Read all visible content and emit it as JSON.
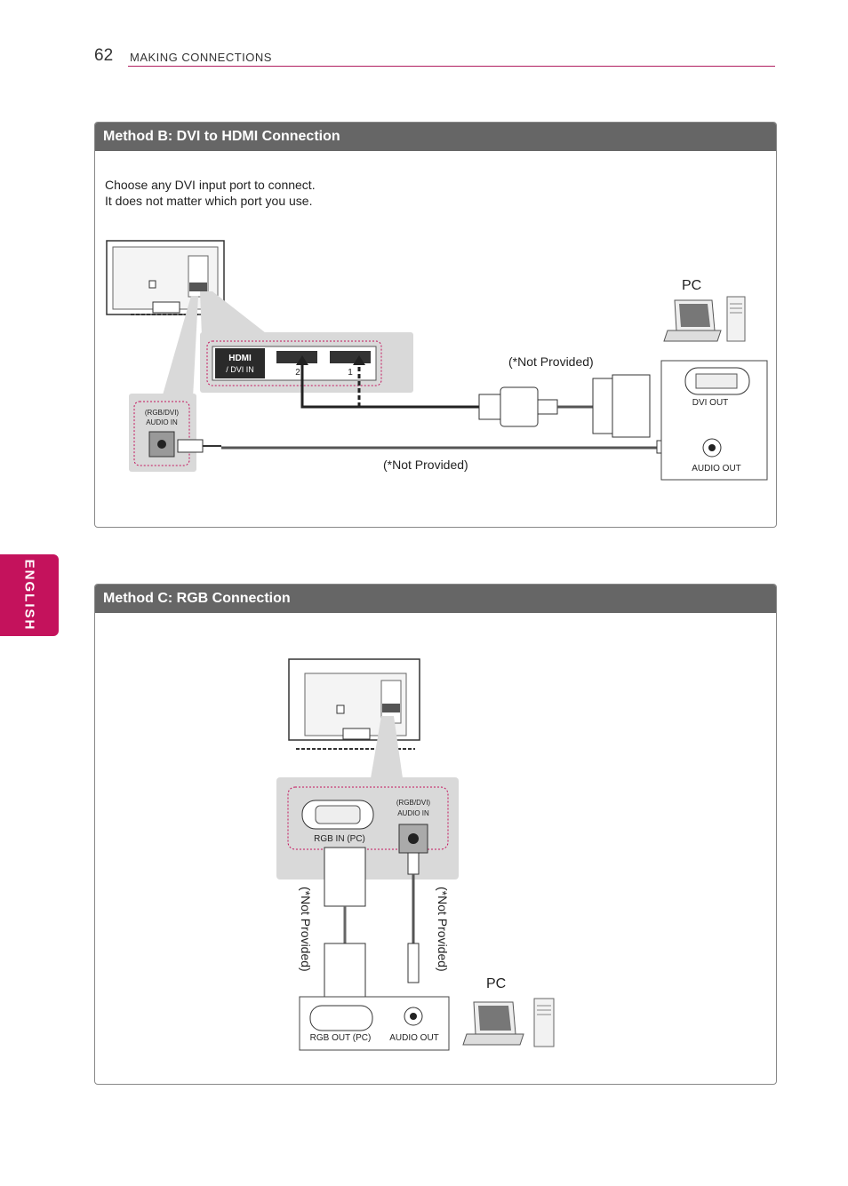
{
  "header": {
    "page_number": "62",
    "section": "MAKING CONNECTIONS"
  },
  "side_tab": {
    "label": "ENGLISH"
  },
  "colors": {
    "accent": "#c4125c",
    "box_header": "#666666"
  },
  "method_b": {
    "title": "Method B: DVI to HDMI Connection",
    "note_line1": "Choose any DVI input port to connect.",
    "note_line2": "It does not matter which port you use.",
    "pc_label": "PC",
    "not_provided_top": "(*Not Provided)",
    "not_provided_bottom": "(*Not Provided)",
    "hdmi_logo": "HDMI",
    "dvi_in_label": "/ DVI IN",
    "port2": "2",
    "port1": "1",
    "audio_in_line1": "(RGB/DVI)",
    "audio_in_line2": "AUDIO IN",
    "dvi_out_label": "DVI OUT",
    "audio_out_label": "AUDIO OUT"
  },
  "method_c": {
    "title": "Method C: RGB Connection",
    "pc_label": "PC",
    "rgb_in_label": "RGB IN (PC)",
    "audio_in_line1": "(RGB/DVI)",
    "audio_in_line2": "AUDIO IN",
    "not_provided_left": "(*Not Provided)",
    "not_provided_right": "(*Not Provided)",
    "rgb_out_label": "RGB OUT (PC)",
    "audio_out_label": "AUDIO OUT"
  }
}
